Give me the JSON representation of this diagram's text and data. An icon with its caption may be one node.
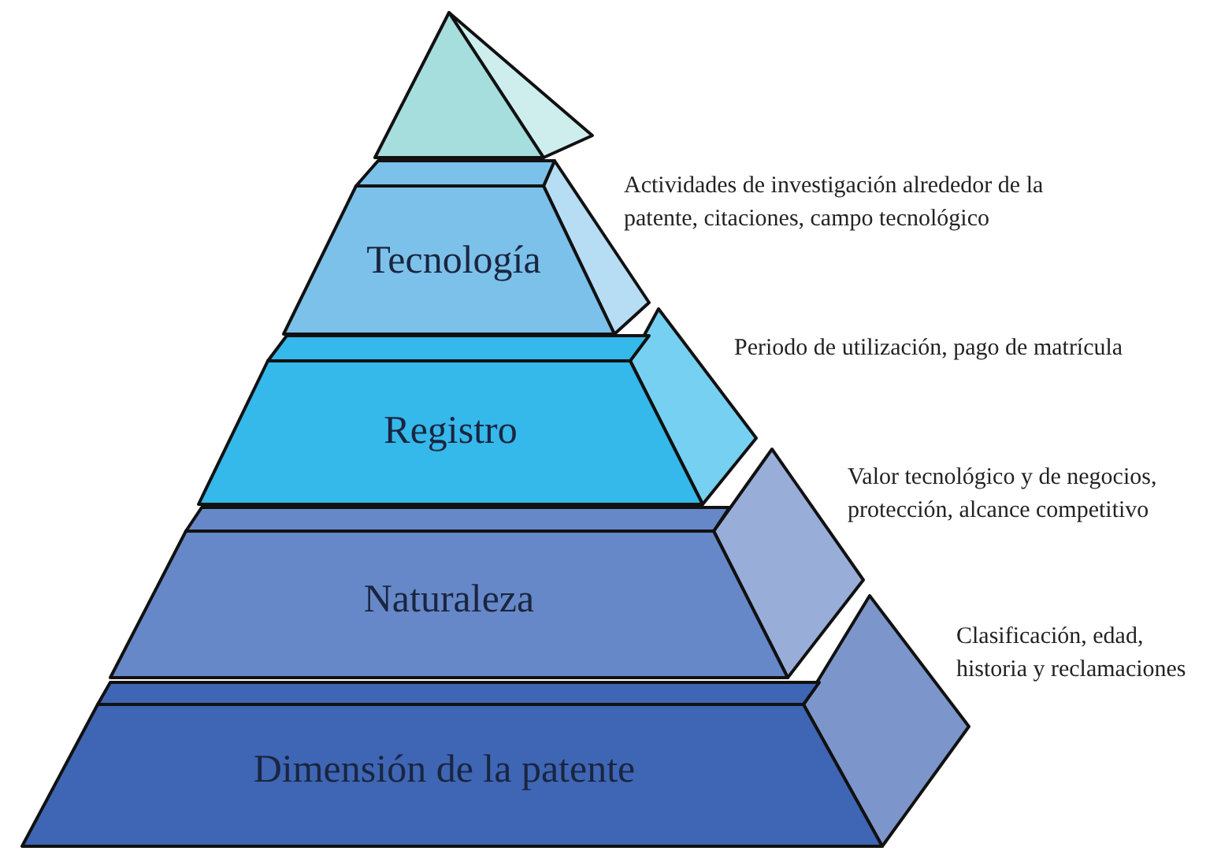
{
  "diagram": {
    "nodes": [
      {
        "text": [],
        "shape": "triangle"
      },
      {
        "text": [
          "Tecnología"
        ],
        "beside": [
          "Actividades de investigación alrededor de la patente, citaciones, campo tecnológico"
        ]
      },
      {
        "text": [
          "Registro"
        ],
        "beside": [
          "Periodo de utilización, pago de matrícula"
        ]
      },
      {
        "text": [
          "Naturaleza"
        ],
        "beside": [
          "Valor tecnológico y de negocios, protección, alcance competitivo"
        ]
      },
      {
        "text": [
          "Dimensión de la patente"
        ],
        "beside": [
          "Clasificación, edad, historia y reclamaciones"
        ]
      }
    ]
  }
}
